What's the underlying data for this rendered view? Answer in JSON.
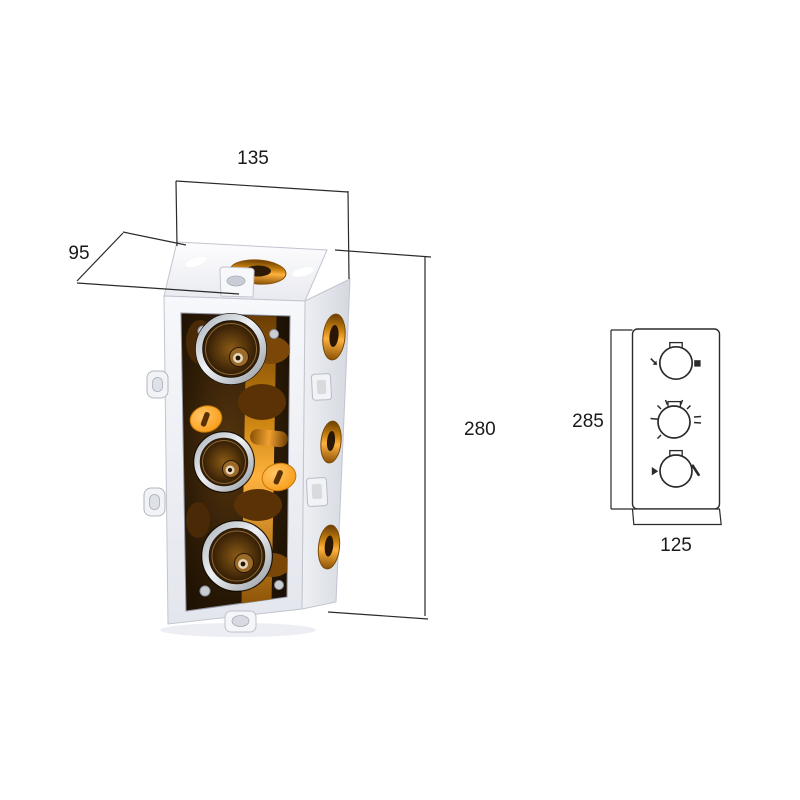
{
  "perspective_view": {
    "name": "concealed thermostatic valve rough-in box, 3d view",
    "dim_width": "135",
    "dim_depth": "95",
    "dim_height": "280"
  },
  "front_view": {
    "name": "three-handle trim plate, front elevation",
    "dim_height": "285",
    "dim_width": "125"
  },
  "colors": {
    "line": "#2a2a2a",
    "text": "#1a1a1a",
    "shell": "#f4f5f8",
    "interior": "#201203",
    "brass": "#c9820f",
    "orange": "#ff9d1e",
    "chrome": "#dfe3e6",
    "background": "#ffffff"
  }
}
